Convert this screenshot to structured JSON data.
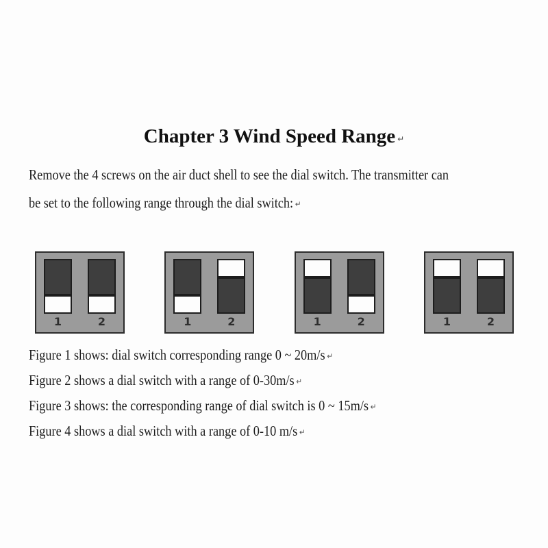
{
  "title": {
    "text": "Chapter 3 Wind Speed Range",
    "mark": "↵"
  },
  "paragraph": {
    "line1": "Remove the 4 screws on the air duct shell to see the dial switch. The transmitter can",
    "line2": "be set to the following range through the dial switch:",
    "mark": "↵"
  },
  "figures": [
    {
      "name": "figure-1",
      "switch_labels": [
        "1",
        "2"
      ],
      "switch_states": [
        "down",
        "down"
      ]
    },
    {
      "name": "figure-2",
      "switch_labels": [
        "1",
        "2"
      ],
      "switch_states": [
        "down",
        "up"
      ]
    },
    {
      "name": "figure-3",
      "switch_labels": [
        "1",
        "2"
      ],
      "switch_states": [
        "up",
        "down"
      ]
    },
    {
      "name": "figure-4",
      "switch_labels": [
        "1",
        "2"
      ],
      "switch_states": [
        "up",
        "up"
      ]
    }
  ],
  "captions": [
    {
      "text": "Figure 1 shows: dial switch corresponding range 0 ~ 20m/s",
      "mark": "↵"
    },
    {
      "text": "Figure 2 shows a dial switch with a range of 0-30m/s",
      "mark": "↵"
    },
    {
      "text": "Figure 3 shows: the corresponding range of dial switch is 0 ~ 15m/s",
      "mark": "↵"
    },
    {
      "text": "Figure 4 shows a dial switch with a range of 0-10 m/s",
      "mark": "↵"
    }
  ],
  "colors": {
    "panel_gray": "#9b9b9b",
    "slider_dark": "#3e3e3e",
    "slider_white": "#fdfdfd",
    "border_dark": "#1d1d1d",
    "text": "#1c1c1c"
  }
}
